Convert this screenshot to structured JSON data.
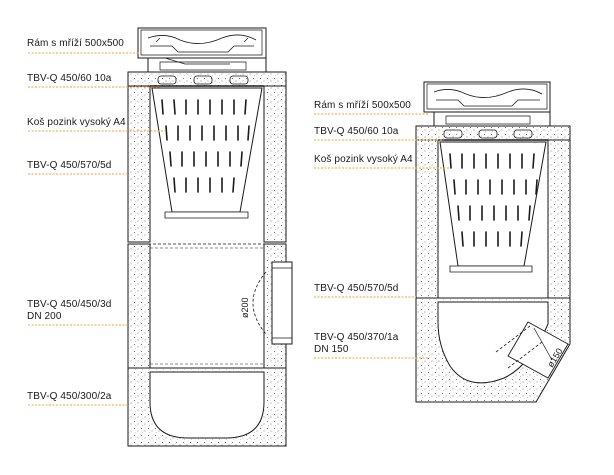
{
  "left_labels": [
    {
      "id": "frame",
      "text": "Rám s mříží 500x500"
    },
    {
      "id": "tbvq-450-60",
      "text": "TBV-Q 450/60 10a"
    },
    {
      "id": "basket",
      "text": "Koš pozink vysoký A4"
    },
    {
      "id": "tbvq-450-570",
      "text": "TBV-Q 450/570/5d"
    },
    {
      "id": "tbvq-450-450",
      "text": "TBV-Q 450/450/3d"
    },
    {
      "id": "dn200",
      "text": "DN 200"
    },
    {
      "id": "tbvq-450-300",
      "text": "TBV-Q 450/300/2a"
    }
  ],
  "right_labels": [
    {
      "id": "frame",
      "text": "Rám s mříží 500x500"
    },
    {
      "id": "tbvq-450-60",
      "text": "TBV-Q 450/60 10a"
    },
    {
      "id": "basket",
      "text": "Koš pozink vysoký A4"
    },
    {
      "id": "tbvq-450-570",
      "text": "TBV-Q 450/570/5d"
    },
    {
      "id": "tbvq-450-370",
      "text": "TBV-Q 450/370/1a"
    },
    {
      "id": "dn150",
      "text": "DN 150"
    }
  ],
  "dimensions": {
    "left_pipe": "ø200",
    "right_pipe": "ø150"
  },
  "colors": {
    "leader": "#f0a030",
    "line": "#1a1a1a",
    "concrete_dots": "#555555"
  }
}
